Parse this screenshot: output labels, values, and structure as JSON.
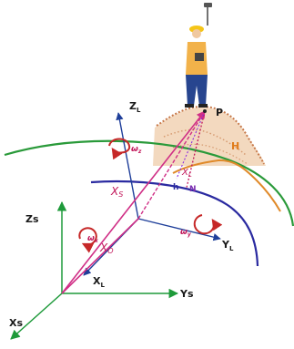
{
  "labels": {
    "zl_main": "Z",
    "zl_sub": "L",
    "xl_main": "X",
    "xl_sub": "L",
    "yl_main": "Y",
    "yl_sub": "L",
    "zs": "Zs",
    "ys": "Ys",
    "xs": "Xs",
    "p": "P",
    "h_upper": "H",
    "h_lower": "h",
    "n": "N",
    "xs_vec_main": "X",
    "xs_vec_sub": "S",
    "xo_vec_main": "X",
    "xo_vec_sub": "O",
    "xl_vec_main": "X",
    "xl_vec_sub": "L",
    "omega_z_main": "ω",
    "omega_z_sub": "z",
    "omega_x_main": "ω",
    "omega_x_sub": "x",
    "omega_y_main": "ω",
    "omega_y_sub": "y"
  },
  "colors": {
    "global_axes": "#1e9a3a",
    "local_axes": "#1f3f9a",
    "vectors": "#d02f86",
    "rotation": "#e05a2a",
    "ellipsoid": "#2a9a3a",
    "geoid": "#e08a2a",
    "local_curve": "#2a2aa0",
    "terrain": "#d89060"
  }
}
